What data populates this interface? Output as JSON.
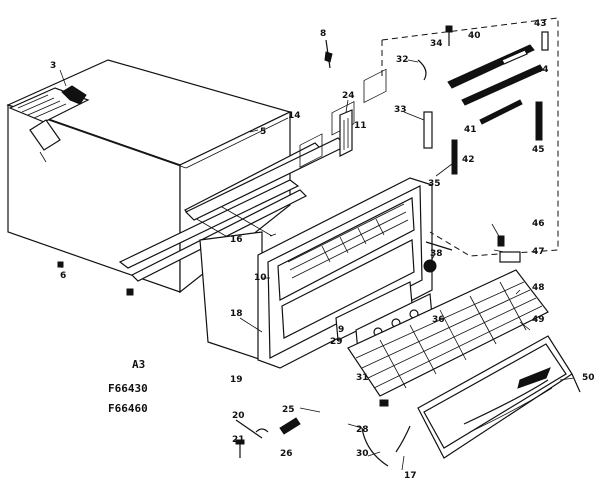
{
  "diagram": {
    "model_line": "A3",
    "model_numbers": [
      "F66430",
      "F66460"
    ],
    "callouts": {
      "c3": "3",
      "c5": "5",
      "c6": "6",
      "c8": "8",
      "c9": "9",
      "c10": "10",
      "c11": "11",
      "c14": "14",
      "c16": "16",
      "c17": "17",
      "c18": "18",
      "c19": "19",
      "c20": "20",
      "c21": "21",
      "c24": "24",
      "c25": "25",
      "c26": "26",
      "c28": "28",
      "c29": "29",
      "c30": "30",
      "c31": "31",
      "c32": "32",
      "c33": "33",
      "c34": "34",
      "c35": "35",
      "c36": "36",
      "c38": "38",
      "c40": "40",
      "c41": "41",
      "c42": "42",
      "c43": "43",
      "c44": "44",
      "c45": "45",
      "c46": "46",
      "c47": "47",
      "c48": "48",
      "c49": "49",
      "c50": "50"
    }
  }
}
